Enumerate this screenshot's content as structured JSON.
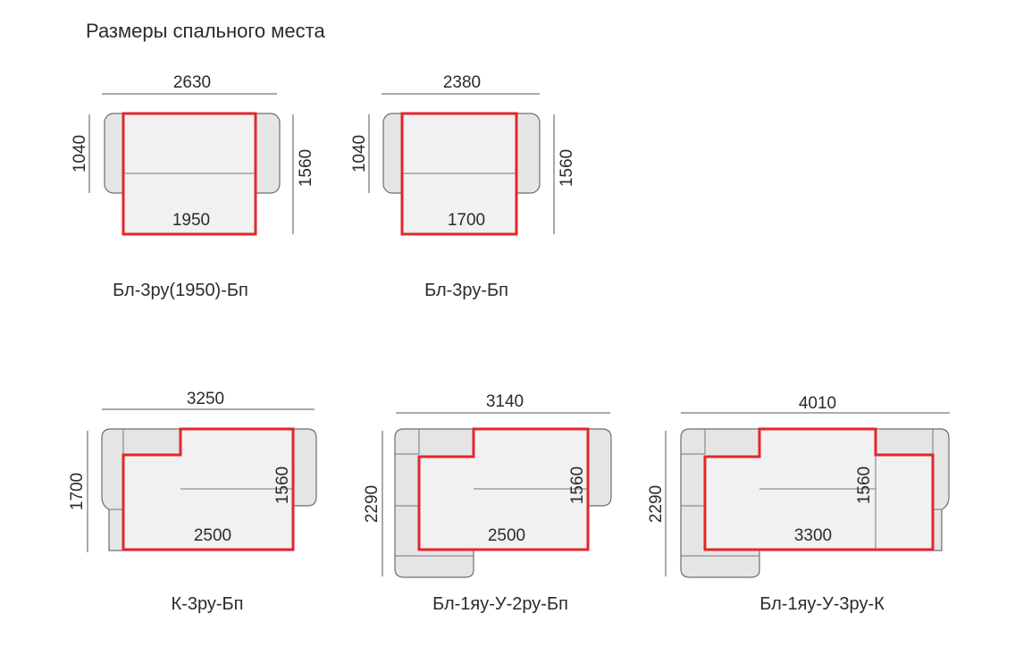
{
  "page": {
    "title": "Размеры спального места"
  },
  "sofas": [
    {
      "id": "s1",
      "name": "Бл-3ру(1950)-Бп",
      "width": "2630",
      "depth": "1040",
      "open_depth": "1560",
      "bed_width": "1950"
    },
    {
      "id": "s2",
      "name": "Бл-3ру-Бп",
      "width": "2380",
      "depth": "1040",
      "open_depth": "1560",
      "bed_width": "1700"
    },
    {
      "id": "s3",
      "name": "К-3ру-Бп",
      "width": "3250",
      "depth": "1700",
      "open_depth": "1560",
      "bed_width": "2500"
    },
    {
      "id": "s4",
      "name": "Бл-1яу-У-2ру-Бп",
      "width": "3140",
      "depth": "2290",
      "open_depth": "1560",
      "bed_width": "2500"
    },
    {
      "id": "s5",
      "name": "Бл-1яу-У-3ру-К",
      "width": "4010",
      "depth": "2290",
      "open_depth": "1560",
      "bed_width": "3300"
    }
  ],
  "colors": {
    "outline": "#e3262b",
    "body": "#e5e5e5",
    "line": "#555555"
  }
}
